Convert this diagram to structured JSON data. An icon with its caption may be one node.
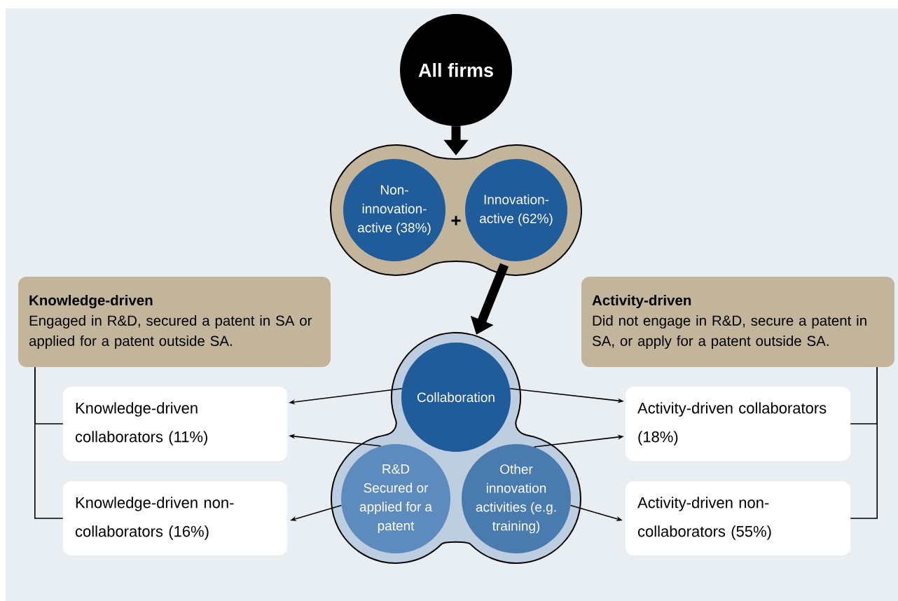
{
  "diagram": {
    "nodes": [
      {
        "text": [
          "All firms"
        ]
      },
      {
        "text": [],
        "shape": "peanut"
      },
      {
        "text": [
          "Non-innovation-active (38%)"
        ],
        "in": 1
      },
      {
        "text": [
          "Innovation-active (62%)"
        ],
        "in": 1
      },
      {
        "text": [],
        "shape": "trefoil"
      },
      {
        "text": [
          "Collaboration"
        ],
        "in": 4
      },
      {
        "text": [
          "R&D",
          "Secured or applied for a patent"
        ],
        "in": 4
      },
      {
        "text": [
          "Other innovation activities (e.g. training)"
        ],
        "in": 4
      },
      {
        "text": [
          "Knowledge-driven",
          "Engaged in R&D, secured a patent in SA or applied for a patent outside SA."
        ]
      },
      {
        "text": [
          "Knowledge-driven collaborators (11%)"
        ]
      },
      {
        "text": [
          "Knowledge-driven non-collaborators (16%)"
        ]
      },
      {
        "text": [
          "Activity-driven",
          "Did not engage in R&D, secure a patent in SA, or apply for a patent outside SA."
        ]
      },
      {
        "text": [
          "Activity-driven collaborators (18%)"
        ]
      },
      {
        "text": [
          "Activity-driven non-collaborators (55%)"
        ]
      }
    ],
    "edges": [
      {
        "from": 0,
        "to": 1,
        "arrow": "to",
        "style": "thick"
      },
      {
        "from": 1,
        "to": 4,
        "arrow": "to",
        "style": "thick"
      },
      {
        "from": 5,
        "to": 9,
        "arrow": "to"
      },
      {
        "from": 6,
        "to": 9,
        "arrow": "to"
      },
      {
        "from": 6,
        "to": 10,
        "arrow": "to"
      },
      {
        "from": 5,
        "to": 12,
        "arrow": "to"
      },
      {
        "from": 7,
        "to": 12,
        "arrow": "to"
      },
      {
        "from": 7,
        "to": 13,
        "arrow": "to"
      },
      {
        "from": 8,
        "to": 9,
        "arrow": "none"
      },
      {
        "from": 8,
        "to": 10,
        "arrow": "none"
      },
      {
        "from": 11,
        "to": 12,
        "arrow": "none"
      },
      {
        "from": 11,
        "to": 13,
        "arrow": "none"
      }
    ],
    "labels": [
      "+"
    ]
  }
}
